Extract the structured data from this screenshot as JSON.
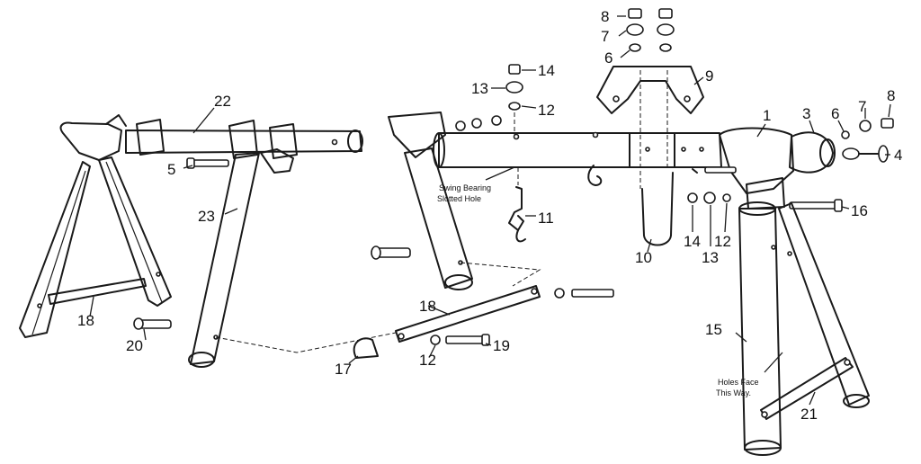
{
  "callouts": {
    "c1": "1",
    "c3": "3",
    "c4": "4",
    "c6_left": "6",
    "c6_right": "6",
    "c7_left": "7",
    "c7_right": "7",
    "c8_left": "8",
    "c8_right": "8",
    "c9": "9",
    "c10": "10",
    "c11": "11",
    "c12_top": "12",
    "c12_mid": "12",
    "c12_bottom": "12",
    "c13_top": "13",
    "c13_mid": "13",
    "c14_top": "14",
    "c14_mid": "14",
    "c15": "15",
    "c16": "16",
    "c17": "17",
    "c18_left": "18",
    "c18_mid": "18",
    "c19": "19",
    "c20": "20",
    "c21": "21",
    "c22": "22",
    "c23": "23",
    "c5": "5"
  },
  "notes": {
    "swing_bearing_line1": "Swing Bearing",
    "swing_bearing_line2": "Slotted Hole",
    "holes_face_line1": "Holes Face",
    "holes_face_line2": "This Way."
  }
}
